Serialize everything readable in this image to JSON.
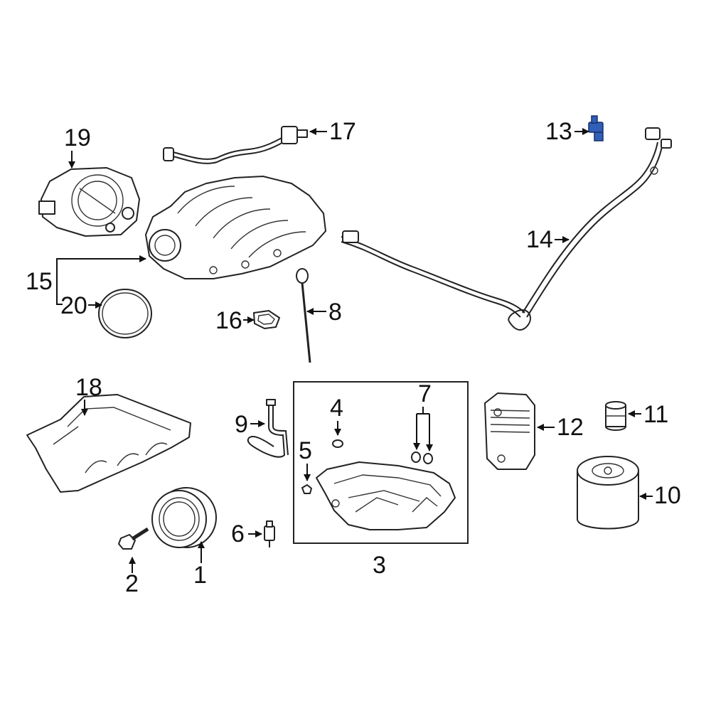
{
  "callouts": {
    "c1": "1",
    "c2": "2",
    "c3": "3",
    "c4": "4",
    "c5": "5",
    "c6": "6",
    "c7": "7",
    "c8": "8",
    "c9": "9",
    "c10": "10",
    "c11": "11",
    "c12": "12",
    "c13": "13",
    "c14": "14",
    "c15": "15",
    "c16": "16",
    "c17": "17",
    "c18": "18",
    "c19": "19",
    "c20": "20"
  },
  "highlight_color": "#2f5fb8",
  "line_color": "#222222"
}
